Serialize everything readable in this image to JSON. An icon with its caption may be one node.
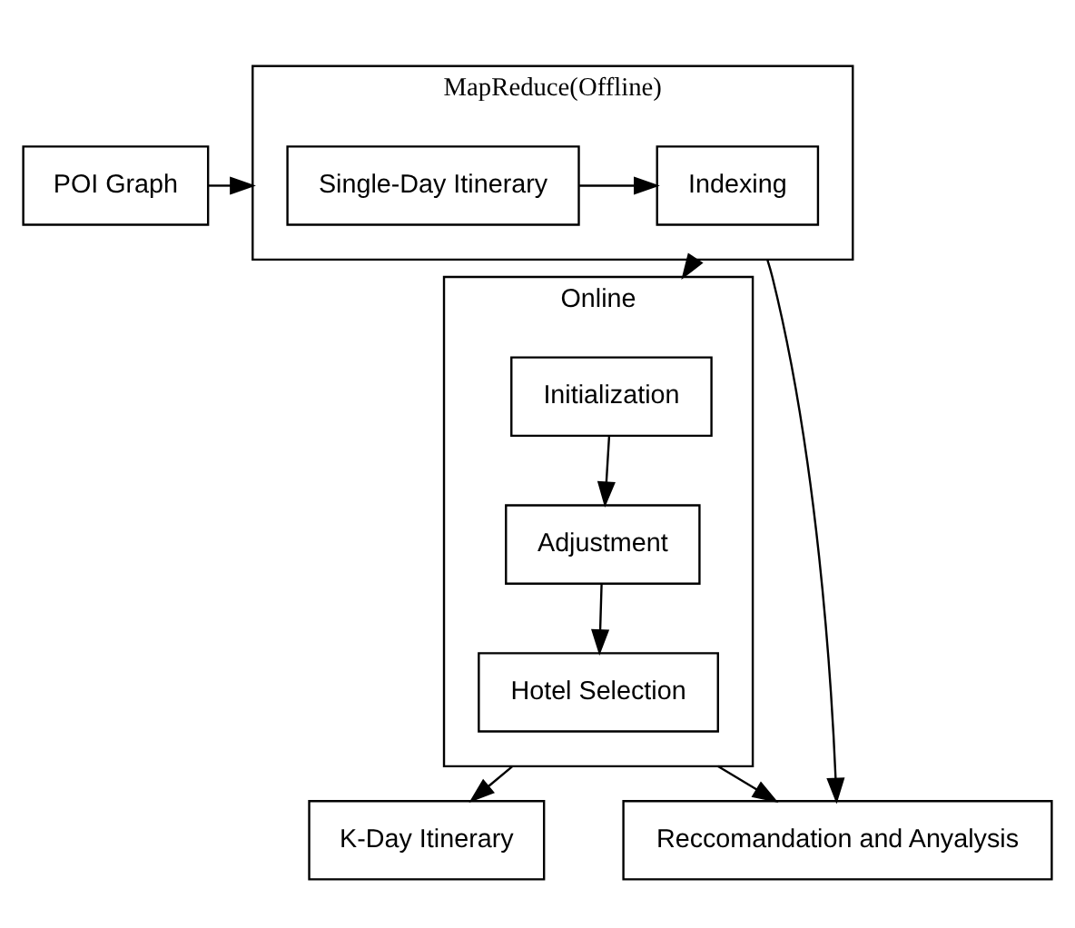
{
  "diagram": {
    "nodes": [
      {
        "text": [
          "POI Graph"
        ]
      },
      {
        "text": [
          "MapReduce(Offline)"
        ]
      },
      {
        "text": [
          "Single-Day Itinerary"
        ],
        "in": 1
      },
      {
        "text": [
          "Indexing"
        ],
        "in": 1
      },
      {
        "text": [
          "Online"
        ]
      },
      {
        "text": [
          "Initialization"
        ],
        "in": 4
      },
      {
        "text": [
          "Adjustment"
        ],
        "in": 4
      },
      {
        "text": [
          "Hotel Selection"
        ],
        "in": 4
      },
      {
        "text": [
          "Reccomandation and Anyalysis"
        ]
      },
      {
        "text": [
          "K-Day Itinerary"
        ]
      }
    ],
    "edges": [
      {
        "from": 0,
        "to": 1,
        "arrow": "to"
      },
      {
        "from": 2,
        "to": 3,
        "arrow": "to"
      },
      {
        "from": 1,
        "to": 4,
        "arrow": "to"
      },
      {
        "from": 1,
        "to": 8,
        "arrow": "to"
      },
      {
        "from": 4,
        "to": 8,
        "arrow": "to"
      },
      {
        "from": 5,
        "to": 6,
        "arrow": "to"
      },
      {
        "from": 6,
        "to": 7,
        "arrow": "to"
      },
      {
        "from": 4,
        "to": 9,
        "arrow": "to"
      }
    ]
  }
}
